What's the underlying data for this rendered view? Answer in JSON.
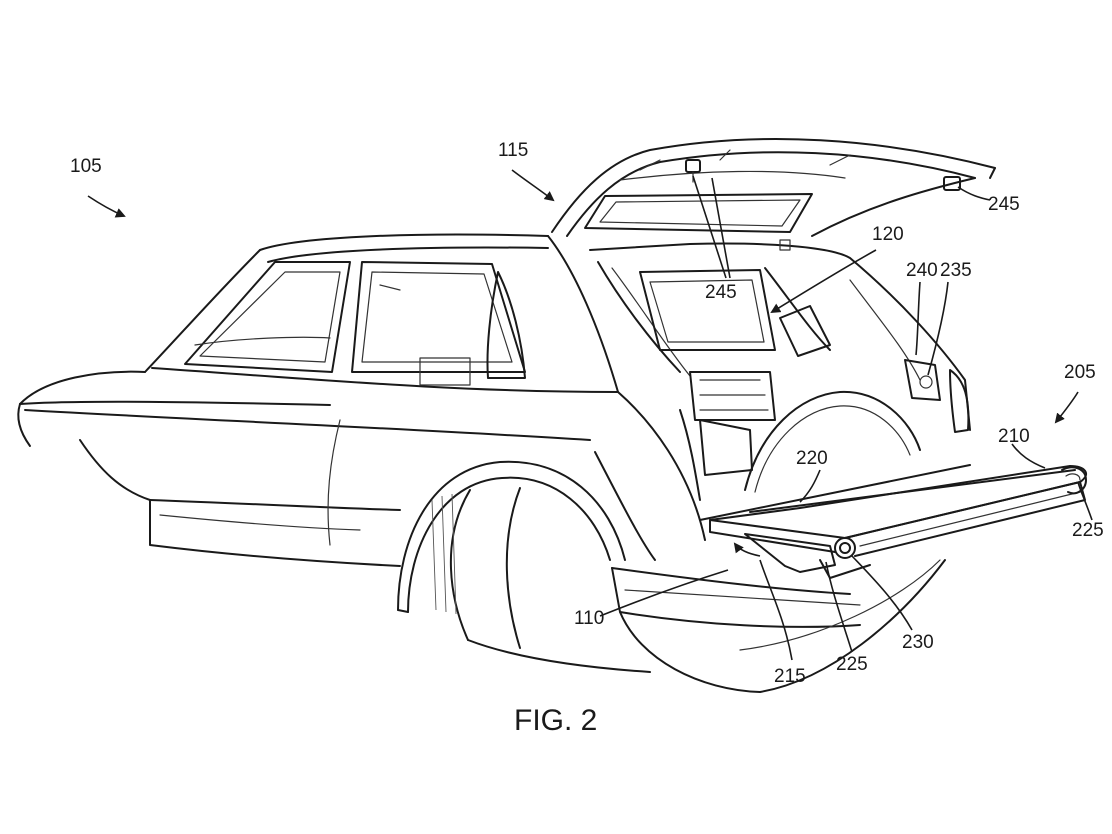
{
  "labels": {
    "r105": "105",
    "r115": "115",
    "r120": "120",
    "r245_top": "245",
    "r245_mid": "245",
    "r240": "240",
    "r235": "235",
    "r205": "205",
    "r210": "210",
    "r220": "220",
    "r225_right": "225",
    "r110": "110",
    "r215": "215",
    "r225_bottom": "225",
    "r230": "230"
  },
  "caption": "FIG. 2"
}
